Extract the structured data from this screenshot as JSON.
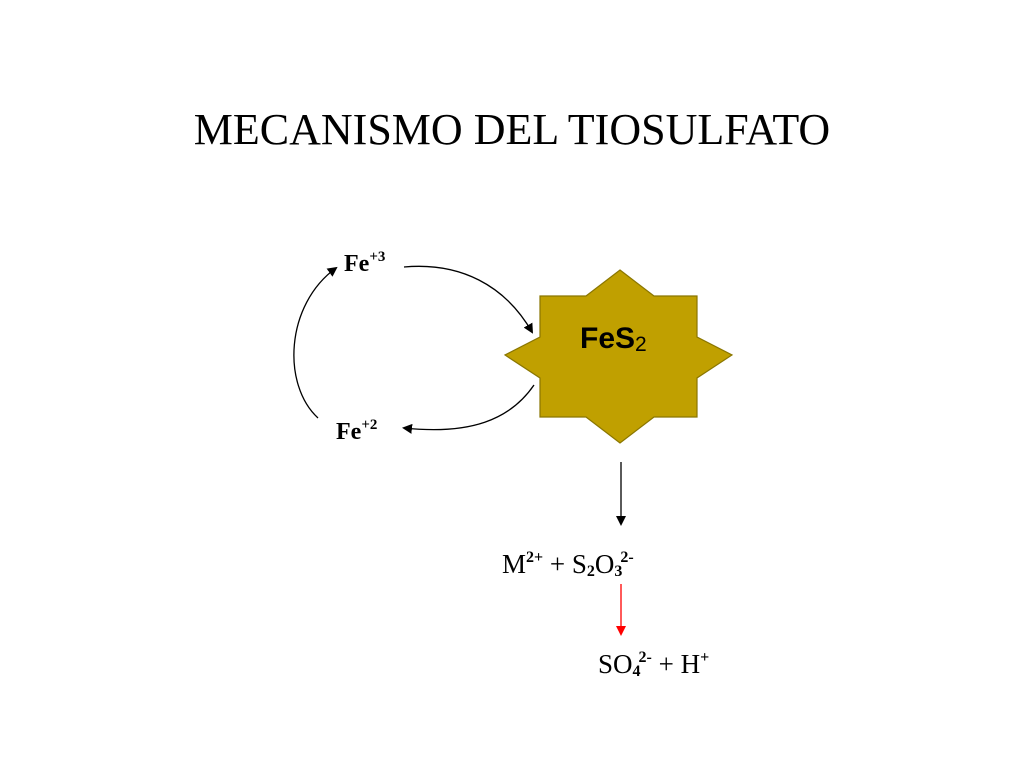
{
  "title": "MECANISMO DEL TIOSULFATO",
  "nodes": {
    "fe3": {
      "symbol": "Fe",
      "charge": "+3"
    },
    "fe2": {
      "symbol": "Fe",
      "charge": "+2"
    },
    "mineral": {
      "symbol": "FeS",
      "subscript": "2",
      "fill_color": "#c0a000"
    },
    "products1": {
      "metal": "M",
      "metal_charge": "2+",
      "plus": "+",
      "s": "S",
      "s_sub": "2",
      "o": "O",
      "o_sub": "3",
      "charge": "2-"
    },
    "products2": {
      "s": "SO",
      "s_sub": "4",
      "charge": "2-",
      "plus": "+",
      "h": "H",
      "h_charge": "+"
    }
  },
  "colors": {
    "arrow_black": "#000000",
    "arrow_red": "#ff0000"
  }
}
